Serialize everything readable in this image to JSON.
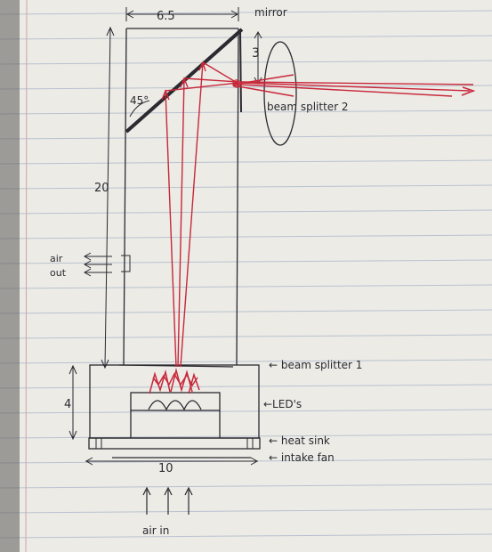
{
  "dimensions": {
    "top_width": "6.5",
    "splitter_offset": "3",
    "tower_height": "20",
    "base_height": "4",
    "base_width": "10",
    "mirror_angle": "45°"
  },
  "labels": {
    "mirror": "mirror",
    "beam_splitter_2": "beam splitter 2",
    "beam_splitter_1": "← beam splitter 1",
    "leds": "←LED's",
    "heat_sink": "← heat sink",
    "intake_fan": "← intake fan",
    "air_in": "air in",
    "air_out_1": "air",
    "air_out_2": "out"
  },
  "colors": {
    "paper": "#ecebe6",
    "rule_line": "#b9c2cf",
    "margin_line": "#cfa3a6",
    "ink": "#2a2a30",
    "beam": "#c8283a"
  }
}
